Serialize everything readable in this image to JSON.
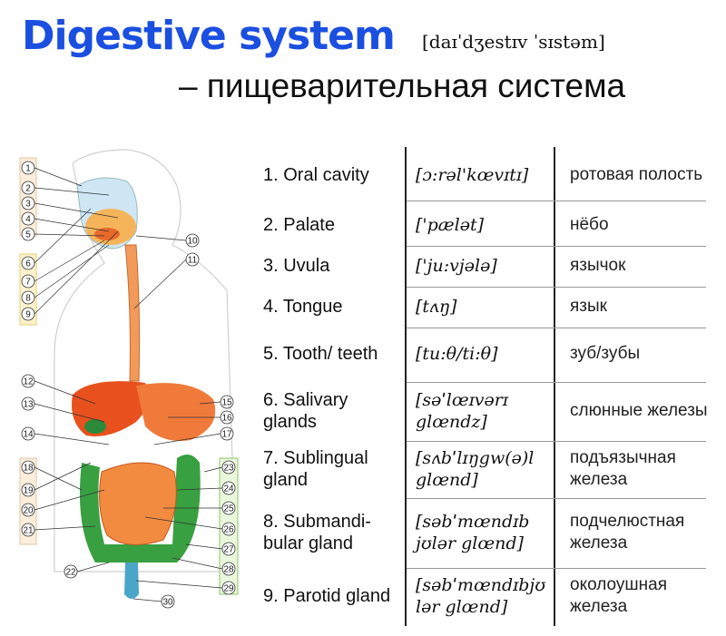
{
  "header": {
    "title": "Digestive system",
    "transcription": "[daɪˈdʒestɪv ˈsɪstəm]",
    "translation": "– пищеварительная система"
  },
  "diagram": {
    "numbers": [
      "1",
      "2",
      "3",
      "4",
      "5",
      "6",
      "7",
      "8",
      "9",
      "10",
      "11",
      "12",
      "13",
      "14",
      "15",
      "16",
      "17",
      "18",
      "19",
      "20",
      "21",
      "22",
      "23",
      "24",
      "25",
      "26",
      "27",
      "28",
      "29",
      "30"
    ]
  },
  "rows": [
    {
      "term": "1. Oral cavity",
      "transcription": "[ɔ:rəl'kœvɪtɪ]",
      "translation": "ротовая полость"
    },
    {
      "term": "2. Palate",
      "transcription": "['pælət]",
      "translation": "нёбо"
    },
    {
      "term": "3. Uvula",
      "transcription": "['ju:vjələ]",
      "translation": "язычок"
    },
    {
      "term": "4. Tongue",
      "transcription": "[tʌŋ]",
      "translation": "язык"
    },
    {
      "term": "5. Tooth/ teeth",
      "transcription": "[tu:θ/ti:θ]",
      "translation": "зуб/зубы"
    },
    {
      "term": "6. Salivary glands",
      "transcription": "[səˈlœɪvərɪ glœndz]",
      "translation": "слюнные железы"
    },
    {
      "term": "7. Sublingual gland",
      "transcription": "[sʌbˈlɪŋgw(ə)l glœnd]",
      "translation": "подъязычная железа"
    },
    {
      "term": "8. Submandi- bular gland",
      "transcription": "[səbˈmœndɪb jʊlər glœnd]",
      "translation": "подчелюстная железа"
    },
    {
      "term": "9. Parotid gland",
      "transcription": "[səbˈmœndɪbjʊ lər glœnd]",
      "translation": "околоушная железа"
    }
  ]
}
